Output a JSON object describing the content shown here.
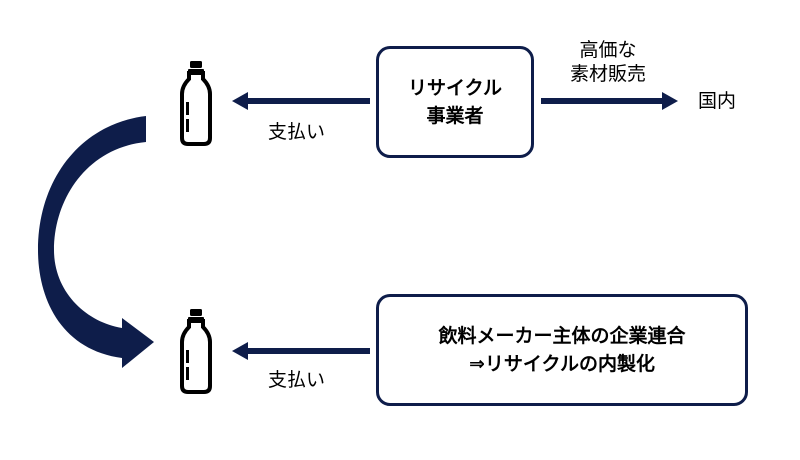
{
  "top_box": {
    "line1": "リサイクル",
    "line2": "事業者"
  },
  "bottom_box": {
    "line1": "飲料メーカー主体の企業連合",
    "line2": "⇒リサイクルの内製化"
  },
  "labels": {
    "payment_top": "支払い",
    "payment_bottom": "支払い",
    "sale_line1": "高価な",
    "sale_line2": "素材販売",
    "domestic": "国内"
  },
  "icons": [
    "bottle-icon",
    "bottle-icon"
  ],
  "colors": {
    "navy": "#0e1d4a",
    "text": "#000000"
  }
}
